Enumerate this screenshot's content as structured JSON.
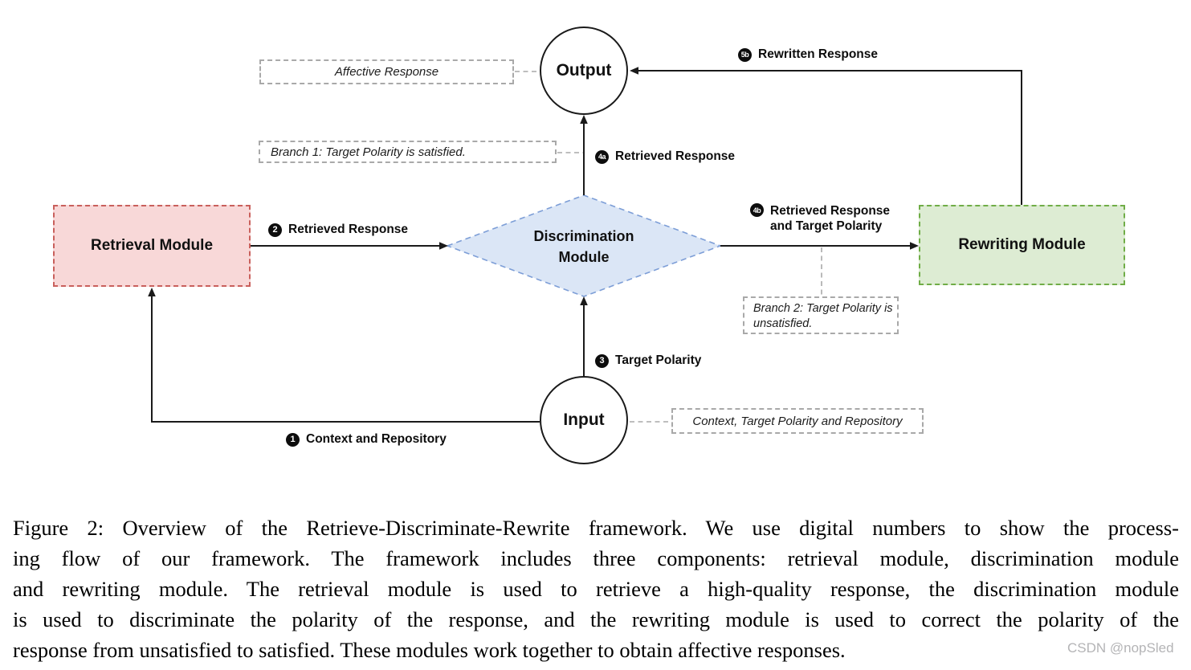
{
  "figure": {
    "nodes": {
      "output": "Output",
      "input": "Input",
      "retrieval_module": "Retrieval Module",
      "discrimination_module": [
        "Discrimination",
        "Module"
      ],
      "rewriting_module": "Rewriting Module"
    },
    "notes": {
      "affective_response": "Affective Response",
      "branch1": "Branch 1: Target Polarity is satisfied.",
      "branch2_line1": "Branch 2: Target Polarity is",
      "branch2_line2": "unsatisfied.",
      "input_contents": "Context, Target Polarity and Repository"
    },
    "flow_labels": {
      "step1": {
        "badge": "1",
        "text": "Context and Repository"
      },
      "step2": {
        "badge": "2",
        "text": "Retrieved Response"
      },
      "step3": {
        "badge": "3",
        "text": "Target Polarity"
      },
      "step4a": {
        "badge": "4a",
        "text": "Retrieved Response"
      },
      "step4b": {
        "badge": "4b",
        "text_line1": "Retrieved Response",
        "text_line2": "and Target Polarity"
      },
      "step5b": {
        "badge": "5b",
        "text": "Rewritten Response"
      }
    }
  },
  "colors": {
    "retrieval_fill": "#f8d8d8",
    "retrieval_border": "#c9605c",
    "rewriting_fill": "#ddecd3",
    "rewriting_border": "#70ad47",
    "diamond_fill": "#dbe6f6",
    "diamond_border": "#7d9ed7",
    "note_border": "#a9a9a9",
    "arrow": "#1a1a1a",
    "watermark": "#b4b4b6"
  },
  "caption": {
    "lines": [
      "Figure 2: Overview of the Retrieve-Discriminate-Rewrite framework. We use digital numbers to show the process-",
      "ing flow of our framework. The framework includes three components: retrieval module, discrimination module",
      "and rewriting module. The retrieval module is used to retrieve a high-quality response, the discrimination module",
      "is used to discriminate the polarity of the response, and the rewriting module is used to correct the polarity of the",
      "response from unsatisfied to satisfied. These modules work together to obtain affective responses."
    ]
  },
  "watermark": "CSDN @nopSled"
}
